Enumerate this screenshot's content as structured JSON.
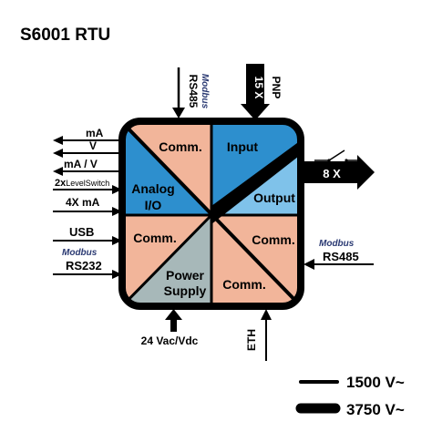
{
  "title": "S6001 RTU",
  "colors": {
    "comm": "#f2b59a",
    "analog": "#2d8fce",
    "input": "#2d8fce",
    "output": "#7fc2ea",
    "power": "#a7b8b9",
    "line": "#000000",
    "modbus_text": "#2b3a73"
  },
  "blocks": {
    "comm_top": "Comm.",
    "input": "Input",
    "analog_1": "Analog",
    "analog_2": "I/O",
    "output": "Output",
    "comm_left": "Comm.",
    "comm_right": "Comm.",
    "power_1": "Power",
    "power_2": "Supply",
    "comm_bottom": "Comm."
  },
  "top": {
    "modbus": "Modbus",
    "rs485": "RS485",
    "pnp": "PNP",
    "pnp_count": "15 X"
  },
  "left": {
    "ma": "mA",
    "v": "V",
    "ma_v": "mA / V",
    "level_prefix": "2x",
    "level_switch": "LevelSwitch",
    "ma4": "4X mA",
    "usb": "USB",
    "modbus": "Modbus",
    "rs232": "RS232"
  },
  "right": {
    "output_count": "8 X",
    "modbus": "Modbus",
    "rs485": "RS485"
  },
  "bottom": {
    "power": "24 Vac/Vdc",
    "eth": "ETH"
  },
  "legend": {
    "thin": "1500 V~",
    "thick": "3750 V~"
  }
}
